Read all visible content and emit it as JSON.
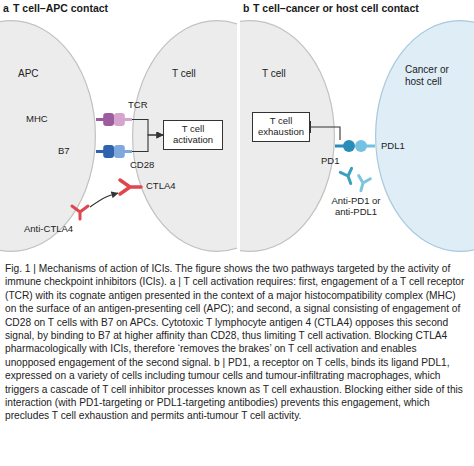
{
  "diagram": {
    "caption": "Fig. 1 | Mechanisms of action of ICIs. The figure shows the two pathways targeted by the activity of immune checkpoint inhibitors (ICIs). a | T cell activation requires: first, engagement of a T cell receptor (TCR) with its cognate antigen presented in the context of a major histocompatibility complex (MHC) on the surface of an antigen-presenting cell (APC); and second, a signal consisting of engagement of CD28 on T cells with B7 on APCs. Cytotoxic T lymphocyte antigen 4 (CTLA4) opposes this second signal, by binding to B7 at higher affinity than CD28, thus limiting T cell activation. Blocking CTLA4 pharmacologically with ICIs, therefore ‘removes the brakes’ on T cell activation and enables unopposed engagement of the second signal. b | PD1, a receptor on T cells, binds its ligand PDL1, expressed on a variety of cells including tumour cells and tumour-infiltrating macrophages, which triggers a cascade of T cell inhibitor processes known as T cell exhaustion. Blocking either side of this interaction (with PD1-targeting or PDL1-targeting antibodies) prevents this engagement, which precludes T cell exhaustion and permits anti-tumour T cell activity.",
    "nodes": [
      {
        "text": [
          "APC"
        ]
      },
      {
        "text": [
          "MHC"
        ]
      },
      {
        "text": [
          "B7"
        ]
      },
      {
        "text": [
          "T cell"
        ]
      },
      {
        "text": [
          "T cell activation"
        ],
        "in": 3
      },
      {
        "text": [
          "TCR"
        ]
      },
      {
        "text": [
          "CD28"
        ]
      },
      {
        "text": [
          "CTLA4"
        ]
      },
      {
        "text": [
          "Anti-CTLA4"
        ]
      },
      {
        "text": [
          "T cell"
        ]
      },
      {
        "text": [
          "T cell exhaustion"
        ],
        "in": 9
      },
      {
        "text": [
          "PD1"
        ]
      },
      {
        "text": [
          "Cancer or host cell"
        ]
      },
      {
        "text": [
          "PDL1"
        ]
      },
      {
        "text": [
          "Anti-PD1 or anti-PDL1"
        ]
      }
    ],
    "edges": [
      {
        "from": 5,
        "to": 4,
        "arrow": "to"
      },
      {
        "from": 6,
        "to": 4,
        "arrow": "to"
      },
      {
        "from": 8,
        "to": 7,
        "arrow": "to"
      },
      {
        "from": 11,
        "to": 10,
        "arrow": "to"
      }
    ],
    "labels": [
      "a",
      "T cell–APC contact",
      "b",
      "T cell–cancer or host cell contact"
    ]
  }
}
